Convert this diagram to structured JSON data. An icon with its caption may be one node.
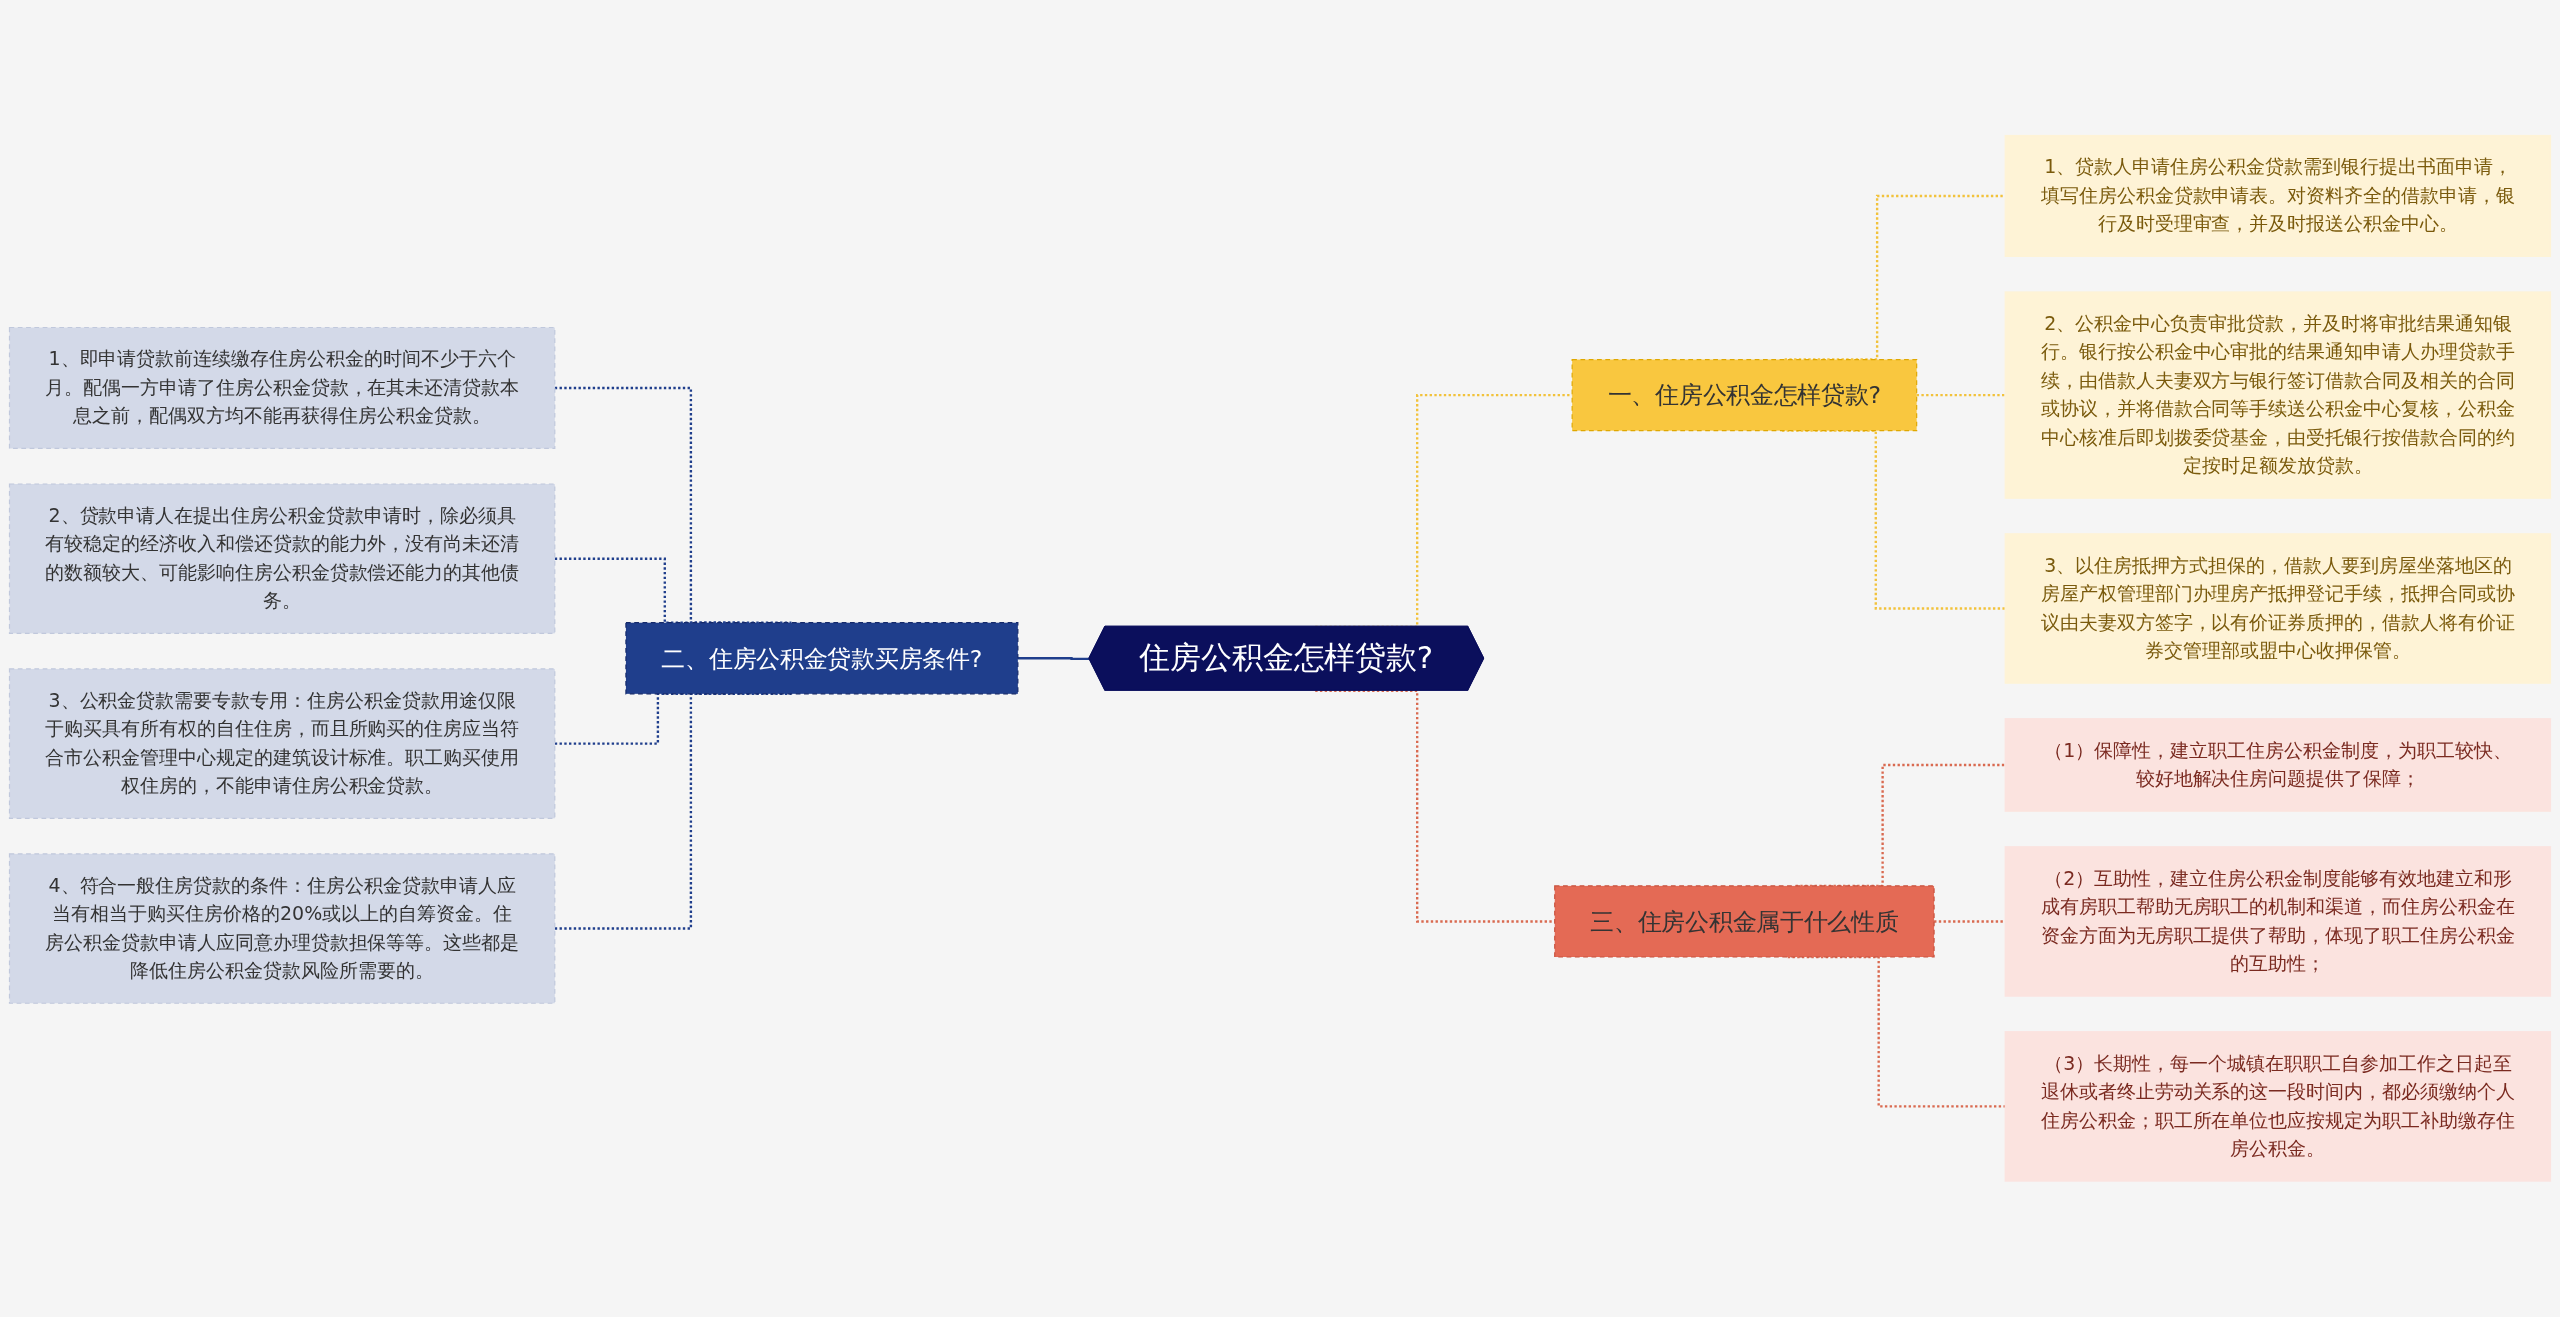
{
  "diagram": {
    "nodes": [
      {
        "text": [
          "住房公积金怎样贷款?"
        ]
      },
      {
        "text": [
          "一、住房公积金怎样贷款?"
        ]
      },
      {
        "text": [
          "1、贷款人申请住房公积金贷款需到银行提出书面申请，填写住房公积金贷款申请表。对资料齐全的借款申请，银行及时受理审查，并及时报送公积金中心。"
        ]
      },
      {
        "text": [
          "2、公积金中心负责审批贷款，并及时将审批结果通知银行。银行按公积金中心审批的结果通知申请人办理贷款手续，由借款人夫妻双方与银行签订借款合同及相关的合同或协议，并将借款合同等手续送公积金中心复核，公积金中心核准后即划拨委贷基金，由受托银行按借款合同的约定按时足额发放贷款。"
        ]
      },
      {
        "text": [
          "3、以住房抵押方式担保的，借款人要到房屋坐落地区的房屋产权管理部门办理房产抵押登记手续，抵押合同或协议由夫妻双方签字，以有价证券质押的，借款人将有价证券交管理部或盟中心收押保管。"
        ]
      },
      {
        "text": [
          "二、住房公积金贷款买房条件?"
        ]
      },
      {
        "text": [
          "1、即申请贷款前连续缴存住房公积金的时间不少于六个月。配偶一方申请了住房公积金贷款，在其未还清贷款本息之前，配偶双方均不能再获得住房公积金贷款。"
        ]
      },
      {
        "text": [
          "2、贷款申请人在提出住房公积金贷款申请时，除必须具有较稳定的经济收入和偿还贷款的能力外，没有尚未还清的数额较大、可能影响住房公积金贷款偿还能力的其他债务。"
        ]
      },
      {
        "text": [
          "3、公积金贷款需要专款专用：住房公积金贷款用途仅限于购买具有所有权的自住住房，而且所购买的住房应当符合市公积金管理中心规定的建筑设计标准。职工购买使用权住房的，不能申请住房公积金贷款。"
        ]
      },
      {
        "text": [
          "4、符合一般住房贷款的条件：住房公积金贷款申请人应当有相当于购买住房价格的20%或以上的自筹资金。住房公积金贷款申请人应同意办理贷款担保等等。这些都是降低住房公积金贷款风险所需要的。"
        ]
      },
      {
        "text": [
          "三、住房公积金属于什么性质"
        ]
      },
      {
        "text": [
          "（1）保障性，建立职工住房公积金制度，为职工较快、较好地解决住房问题提供了保障；"
        ]
      },
      {
        "text": [
          "（2）互助性，建立住房公积金制度能够有效地建立和形成有房职工帮助无房职工的机制和渠道，而住房公积金在资金方面为无房职工提供了帮助，体现了职工住房公积金的互助性；"
        ]
      },
      {
        "text": [
          "（3）长期性，每一个城镇在职职工自参加工作之日起至退休或者终止劳动关系的这一段时间内，都必须缴纳个人住房公积金；职工所在单位也应按规定为职工补助缴存住房公积金。"
        ]
      }
    ],
    "edges": [
      {
        "from": 0,
        "to": 1,
        "arrow": "none",
        "style": "dashed",
        "color": "#f2c23b"
      },
      {
        "from": 1,
        "to": 2,
        "arrow": "none",
        "style": "dashed",
        "color": "#f2c23b"
      },
      {
        "from": 1,
        "to": 3,
        "arrow": "none",
        "style": "dashed",
        "color": "#f2c23b"
      },
      {
        "from": 1,
        "to": 4,
        "arrow": "none",
        "style": "dashed",
        "color": "#f2c23b"
      },
      {
        "from": 5,
        "to": 0,
        "arrow": "none",
        "color": "#1f3e8c"
      },
      {
        "from": 6,
        "to": 5,
        "arrow": "none",
        "style": "dashed",
        "color": "#1f3e8c"
      },
      {
        "from": 7,
        "to": 5,
        "arrow": "none",
        "style": "dashed",
        "color": "#1f3e8c"
      },
      {
        "from": 8,
        "to": 5,
        "arrow": "none",
        "style": "dashed",
        "color": "#1f3e8c"
      },
      {
        "from": 9,
        "to": 5,
        "arrow": "none",
        "style": "dashed",
        "color": "#1f3e8c"
      },
      {
        "from": 0,
        "to": 10,
        "arrow": "none",
        "style": "dashed",
        "color": "#d96a50"
      },
      {
        "from": 10,
        "to": 11,
        "arrow": "none",
        "style": "dashed",
        "color": "#d96a50"
      },
      {
        "from": 10,
        "to": 12,
        "arrow": "none",
        "style": "dashed",
        "color": "#d96a50"
      },
      {
        "from": 10,
        "to": 13,
        "arrow": "none",
        "style": "dashed",
        "color": "#d96a50"
      }
    ]
  }
}
